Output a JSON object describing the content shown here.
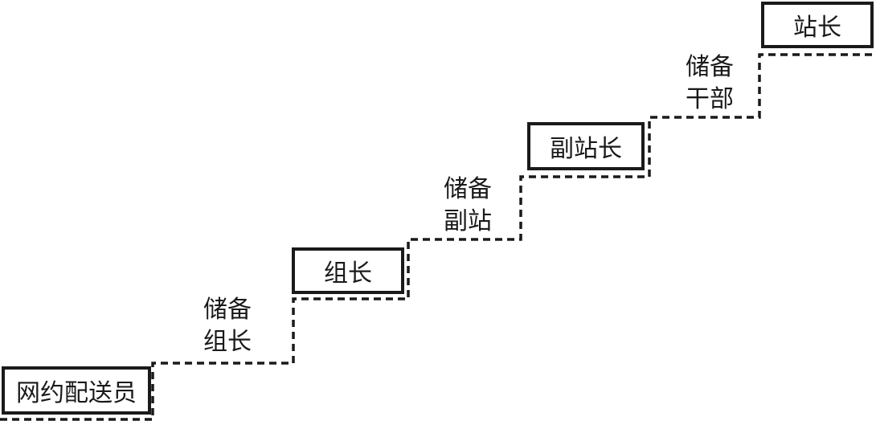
{
  "diagram": {
    "positions": [
      {
        "title": "网约配送员"
      },
      {
        "title": "组长"
      },
      {
        "title": "副站长"
      },
      {
        "title": "站长"
      }
    ],
    "transitions": [
      {
        "line1": "储备",
        "line2": "组长"
      },
      {
        "line1": "储备",
        "line2": "副站"
      },
      {
        "line1": "储备",
        "line2": "干部"
      }
    ],
    "colors": {
      "ink": "#1a1a1a",
      "background": "#ffffff"
    }
  }
}
